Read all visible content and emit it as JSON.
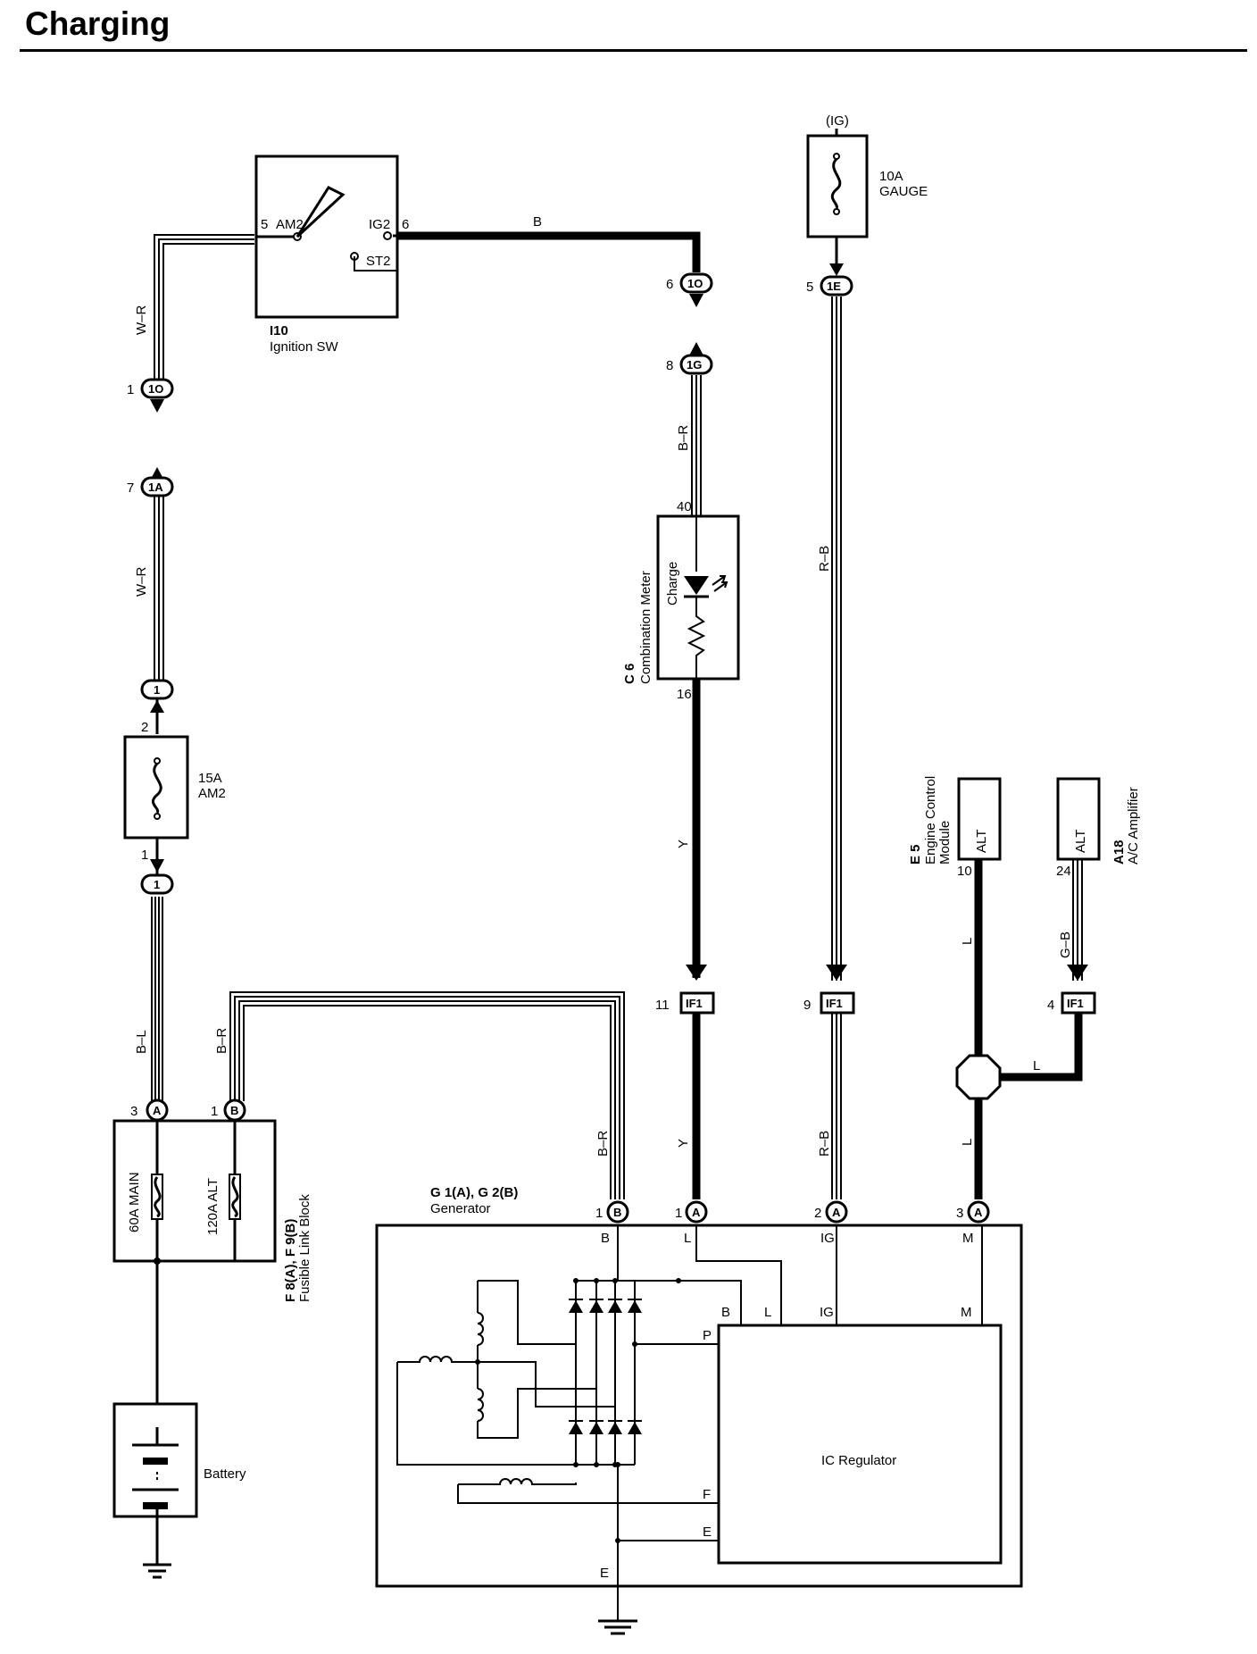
{
  "page": {
    "title": "Charging"
  },
  "components": {
    "ignition_sw": {
      "code": "I10",
      "name": "Ignition SW",
      "terminals": {
        "am2": "AM2",
        "ig2": "IG2",
        "st2": "ST2"
      },
      "pins": {
        "am2": "5",
        "ig2": "6"
      }
    },
    "fuse_gauge": {
      "rating": "10A",
      "name": "GAUGE",
      "source": "(IG)"
    },
    "fuse_am2": {
      "rating": "15A",
      "name": "AM2",
      "pin_top": "2",
      "pin_bottom": "1"
    },
    "combination_meter": {
      "code": "C 6",
      "name": "Combination Meter",
      "lamp": "Charge",
      "pin_top": "40",
      "pin_bottom": "16"
    },
    "ecm": {
      "code": "E 5",
      "name_line1": "Engine Control",
      "name_line2": "Module",
      "terminal": "ALT",
      "pin": "10"
    },
    "ac_amp": {
      "code": "A18",
      "name": "A/C Amplifier",
      "terminal": "ALT",
      "pin": "24"
    },
    "fusible_link_block": {
      "code": "F 8(A), F 9(B)",
      "name": "Fusible Link Block",
      "fuse_main": "60A MAIN",
      "fuse_alt": "120A ALT",
      "conn_a": "A",
      "conn_b": "B",
      "pin_a": "3",
      "pin_b": "1"
    },
    "battery": {
      "name": "Battery"
    },
    "generator": {
      "code": "G 1(A), G 2(B)",
      "name": "Generator",
      "regulator": "IC Regulator",
      "terminals": {
        "b": "B",
        "l": "L",
        "ig": "IG",
        "m": "M",
        "p": "P",
        "f": "F",
        "e": "E"
      },
      "pins": {
        "b": "1",
        "l": "1",
        "ig": "2",
        "m": "3"
      },
      "conns": {
        "b": "B",
        "l": "A",
        "ig": "A",
        "m": "A"
      }
    }
  },
  "connectors": {
    "c1o_left": {
      "id": "1O",
      "pin": "1"
    },
    "c1a": {
      "id": "1A",
      "pin": "7"
    },
    "c1_upper": {
      "id": "1"
    },
    "c1_lower": {
      "id": "1"
    },
    "c1o_mid": {
      "id": "1O",
      "pin": "6"
    },
    "c1g": {
      "id": "1G",
      "pin": "8"
    },
    "c1e": {
      "id": "1E",
      "pin": "5"
    },
    "if1_y": {
      "id": "IF1",
      "pin": "11"
    },
    "if1_rb": {
      "id": "IF1",
      "pin": "9"
    },
    "if1_gb": {
      "id": "IF1",
      "pin": "4"
    }
  },
  "wires": {
    "w_r_top": "W–R",
    "w_r_mid": "W–R",
    "b_top": "B",
    "b_r": "B–R",
    "r_b_upper": "R–B",
    "y_upper": "Y",
    "y_lower": "Y",
    "r_b_lower": "R–B",
    "b_l": "B–L",
    "b_r_fl": "B–R",
    "b_r_gen": "B–R",
    "l_upper": "L",
    "l_lower": "L",
    "l_branch": "L",
    "g_b": "G–B"
  }
}
